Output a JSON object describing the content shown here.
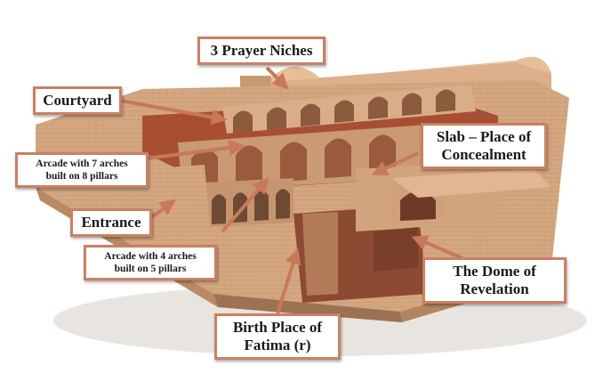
{
  "labels": {
    "prayer_niches": "3 Prayer Niches",
    "courtyard": "Courtyard",
    "arcade_7": {
      "line1": "Arcade with 7 arches",
      "line2": "built on 8 pillars"
    },
    "slab": {
      "line1": "Slab – Place of",
      "line2": "Concealment"
    },
    "entrance": "Entrance",
    "arcade_4": {
      "line1": "Arcade with 4 arches",
      "line2": "built on 5 pillars"
    },
    "dome": {
      "line1": "The Dome of",
      "line2": "Revelation"
    },
    "birth_place": {
      "line1": "Birth Place of",
      "line2": "Fatima (r)"
    }
  },
  "colors": {
    "stone": "#d9ad88",
    "stone_dark": "#b98a64",
    "stone_shadow": "#9c7352",
    "floor": "#a84f33",
    "label_border": "#c98163",
    "arrow": "#c9785a"
  }
}
